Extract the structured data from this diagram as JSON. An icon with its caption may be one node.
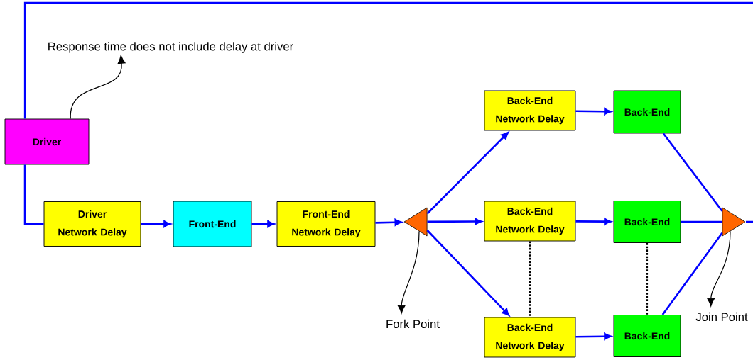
{
  "diagram": {
    "nodes": [
      {
        "text": [
          "Response time does not include delay at driver"
        ]
      },
      {
        "text": [
          "Driver"
        ]
      },
      {
        "text": [
          "Driver Network Delay"
        ]
      },
      {
        "text": [
          "Front-End"
        ]
      },
      {
        "text": [
          "Front-End Network Delay"
        ]
      },
      {
        "text": [],
        "shape": "triangle"
      },
      {
        "text": [
          "Back-End Network Delay"
        ]
      },
      {
        "text": [
          "Back-End"
        ]
      },
      {
        "text": [
          "Back-End Network Delay"
        ]
      },
      {
        "text": [
          "Back-End"
        ]
      },
      {
        "text": [
          "Back-End Network Delay"
        ]
      },
      {
        "text": [
          "Back-End"
        ]
      },
      {
        "text": [],
        "shape": "triangle"
      },
      {
        "text": [
          "Fork Point"
        ]
      },
      {
        "text": [
          "Join Point"
        ]
      }
    ],
    "edges": [
      {
        "from": 1,
        "to": null,
        "arrow": "none"
      },
      {
        "from": 1,
        "to": 2,
        "arrow": "none"
      },
      {
        "from": 2,
        "to": 3,
        "arrow": "to"
      },
      {
        "from": 3,
        "to": 4,
        "arrow": "to"
      },
      {
        "from": 4,
        "to": 5,
        "arrow": "to"
      },
      {
        "from": 5,
        "to": 6,
        "arrow": "to"
      },
      {
        "from": 5,
        "to": 8,
        "arrow": "to"
      },
      {
        "from": 5,
        "to": 10,
        "arrow": "to"
      },
      {
        "from": 6,
        "to": 7,
        "arrow": "to"
      },
      {
        "from": 8,
        "to": 9,
        "arrow": "to"
      },
      {
        "from": 10,
        "to": 11,
        "arrow": "to"
      },
      {
        "from": 7,
        "to": 12,
        "arrow": "none"
      },
      {
        "from": 9,
        "to": 12,
        "arrow": "none"
      },
      {
        "from": 11,
        "to": 12,
        "arrow": "none"
      },
      {
        "from": 12,
        "to": null,
        "arrow": "none"
      },
      {
        "from": 8,
        "to": 10,
        "arrow": "none",
        "style": "dashed",
        "color": "#000000"
      },
      {
        "from": 9,
        "to": 11,
        "arrow": "none",
        "style": "dashed",
        "color": "#000000"
      },
      {
        "from": 1,
        "to": 0,
        "arrow": "to",
        "color": "#000000"
      },
      {
        "from": 5,
        "to": 13,
        "arrow": "to",
        "color": "#000000"
      },
      {
        "from": 12,
        "to": 14,
        "arrow": "to",
        "color": "#000000"
      }
    ]
  }
}
